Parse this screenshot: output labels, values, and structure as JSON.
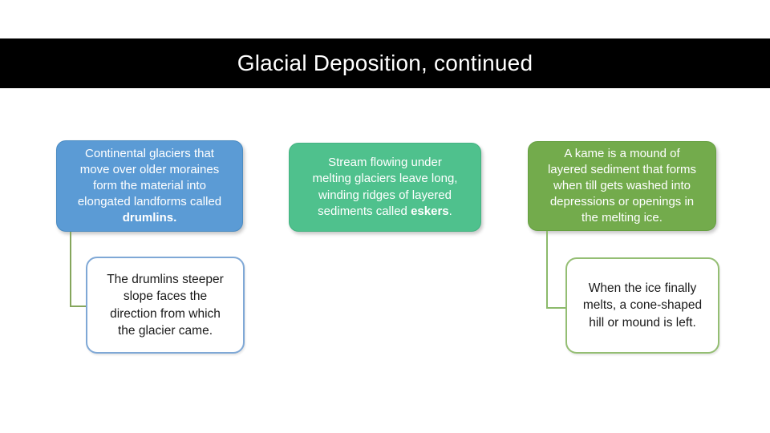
{
  "title": "Glacial Deposition, continued",
  "colors": {
    "title_bar_bg": "#000000",
    "title_text": "#ffffff",
    "blue_fill": "#5B9BD5",
    "blue_border": "#4A8BC2",
    "teal_fill": "#4FC18D",
    "teal_border": "#43B381",
    "green_fill": "#73AB4C",
    "green_border": "#66A041",
    "white_box_blue_border": "#7FA8D6",
    "white_box_green_border": "#94BE73",
    "connector_left": "#85A65C",
    "connector_right": "#8CBA6B",
    "dark_text": "#1a1a1a"
  },
  "boxes": {
    "drumlins": {
      "lines": [
        [
          {
            "t": "Continental glaciers that"
          }
        ],
        [
          {
            "t": "move over older moraines"
          }
        ],
        [
          {
            "t": "form the material into"
          }
        ],
        [
          {
            "t": "elongated landforms called"
          }
        ],
        [
          {
            "t": "drumlins.",
            "b": true
          }
        ]
      ]
    },
    "eskers": {
      "lines": [
        [
          {
            "t": "Stream flowing under"
          }
        ],
        [
          {
            "t": "melting glaciers leave long,"
          }
        ],
        [
          {
            "t": "winding ridges of layered"
          }
        ],
        [
          {
            "t": "sediments called "
          },
          {
            "t": "eskers",
            "b": true
          },
          {
            "t": "."
          }
        ]
      ]
    },
    "kame": {
      "lines": [
        [
          {
            "t": "A kame is a mound of"
          }
        ],
        [
          {
            "t": "layered sediment that forms"
          }
        ],
        [
          {
            "t": "when till gets washed into"
          }
        ],
        [
          {
            "t": "depressions or openings in"
          }
        ],
        [
          {
            "t": "the melting ice."
          }
        ]
      ]
    },
    "drumlins_detail": {
      "lines": [
        [
          {
            "t": "The drumlins steeper"
          }
        ],
        [
          {
            "t": "slope faces the"
          }
        ],
        [
          {
            "t": "direction from which"
          }
        ],
        [
          {
            "t": "the glacier came."
          }
        ]
      ]
    },
    "kame_detail": {
      "lines": [
        [
          {
            "t": "When the ice finally"
          }
        ],
        [
          {
            "t": "melts, a cone-shaped"
          }
        ],
        [
          {
            "t": "hill or mound is left."
          }
        ]
      ]
    }
  }
}
